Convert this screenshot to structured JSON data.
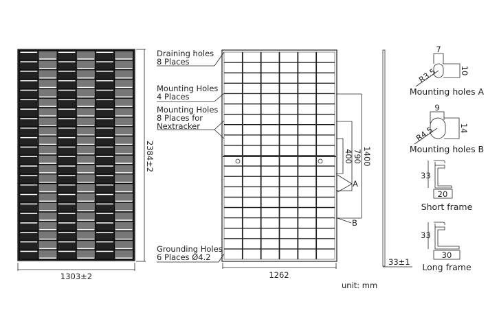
{
  "front_view": {
    "width_label": "1303±2",
    "height_label": "2384±2"
  },
  "back_view": {
    "width_label": "1262",
    "callouts": {
      "draining": [
        "Draining holes",
        "8 Places"
      ],
      "mounting4": [
        "Mounting Holes",
        "4 Places"
      ],
      "mounting8": [
        "Mounting Holes",
        "8 Places for",
        "Nextracker"
      ],
      "grounding": [
        "Grounding Holes",
        "6 Places Ø4.2"
      ]
    },
    "dim_1400": "1400",
    "dim_790": "790",
    "dim_400": "400",
    "marker_a": "A",
    "marker_b": "B"
  },
  "side_view": {
    "thickness_label": "33±1"
  },
  "details": {
    "hole_a": {
      "width": "7",
      "height": "10",
      "radius": "R3.5",
      "caption": "Mounting holes A"
    },
    "hole_b": {
      "width": "9",
      "height": "14",
      "radius": "R4.5",
      "caption": "Mounting holes B"
    },
    "short_frame": {
      "height": "33",
      "width": "20",
      "caption": "Short frame"
    },
    "long_frame": {
      "height": "33",
      "width": "30",
      "caption": "Long frame"
    }
  },
  "unit_label": "unit: mm"
}
